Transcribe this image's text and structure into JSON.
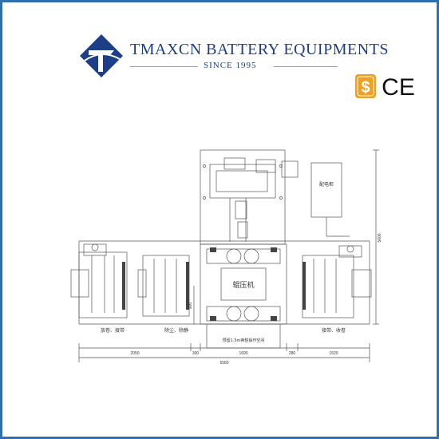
{
  "brand": {
    "name": "TMAXCN BATTERY EQUIPMENTS",
    "since": "SINCE 1995"
  },
  "badges": {
    "dollar_icon": "dollar-sign",
    "ce_mark": "CE"
  },
  "drawing": {
    "labels": {
      "cabinet": "配电柜",
      "press": "辊压机",
      "unwind_left": "放卷、接带",
      "dust_left": "除尘、除静",
      "rewind_right": "接带、收卷",
      "space_note": "预留1.5m换辊操作空间"
    },
    "dimensions": {
      "d1": "2050",
      "d2": "300",
      "d3": "1690",
      "d4": "280",
      "d5": "1520",
      "total": "5560",
      "height": "5600",
      "side": "900"
    }
  },
  "colors": {
    "brand_blue": "#1d3f88",
    "frame_blue": "#2f6fb0",
    "badge_orange": "#f0a020"
  }
}
